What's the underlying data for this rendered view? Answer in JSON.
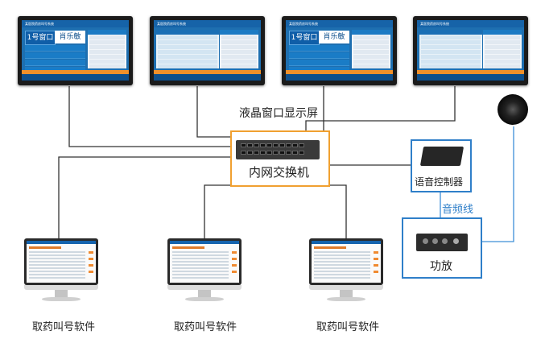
{
  "lcd_label": "液晶窗口显示屏",
  "switch_label": "内网交换机",
  "voice_controller_label": "语音控制器",
  "audio_cable_label": "音频线",
  "amplifier_label": "功放",
  "software_label": "取药叫号软件",
  "lcd_screens": {
    "header_title": "某医院药房叫号系统",
    "window_name": "1号窗口",
    "calling_name": "肖乐敏"
  },
  "colors": {
    "orange_box": "#f0a030",
    "blue_box": "#2f7fc9",
    "wire": "#333333",
    "audio_wire": "#3d8fd8"
  }
}
